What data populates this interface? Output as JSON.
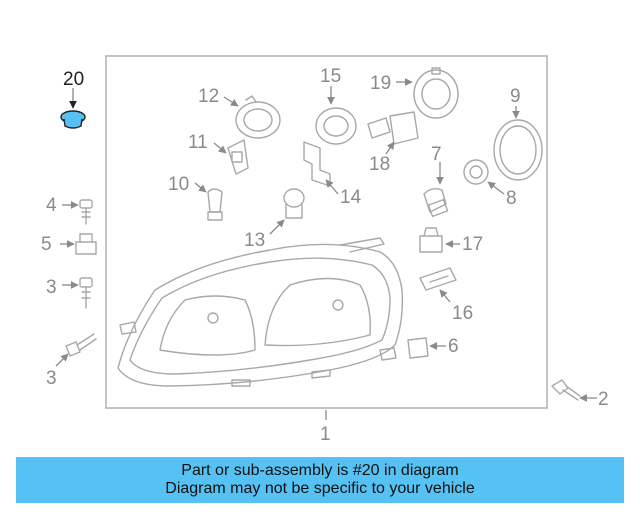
{
  "diagram": {
    "highlight_color": "#56c2f4",
    "callouts": {
      "c1": "1",
      "c2": "2",
      "c3a": "3",
      "c3b": "3",
      "c4": "4",
      "c5": "5",
      "c6": "6",
      "c7": "7",
      "c8": "8",
      "c9": "9",
      "c10": "10",
      "c11": "11",
      "c12": "12",
      "c13": "13",
      "c14": "14",
      "c15": "15",
      "c16": "16",
      "c17": "17",
      "c18": "18",
      "c19": "19",
      "c20": "20"
    }
  },
  "banner": {
    "line1": "Part or sub-assembly is #20 in diagram",
    "line2": "Diagram may not be specific to your vehicle"
  }
}
